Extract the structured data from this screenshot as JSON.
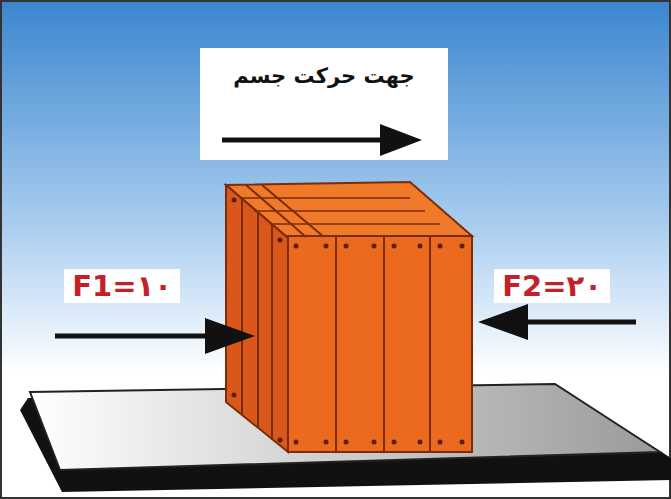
{
  "diagram": {
    "labels": [
      "جهت حرکت جسم",
      "F1=۱۰",
      "F2=۲۰"
    ]
  }
}
